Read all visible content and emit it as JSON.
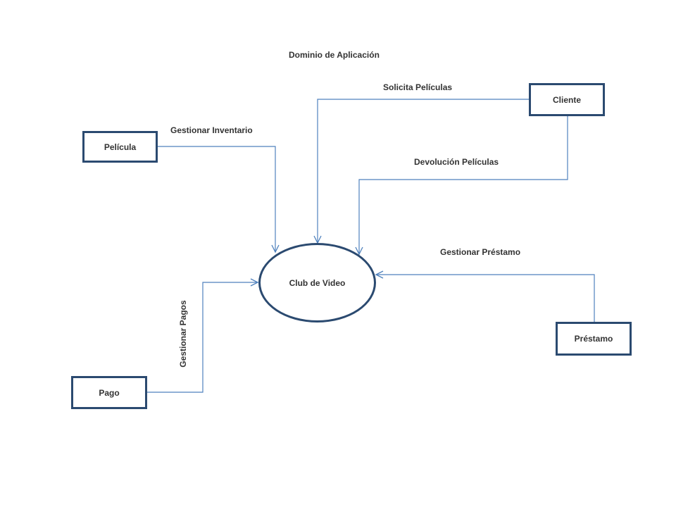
{
  "title": "Dominio de Aplicación",
  "colors": {
    "edge": "#4f81bd",
    "node_border": "#2b4a70",
    "text": "#333333"
  },
  "nodes": {
    "pelicula": "Película",
    "cliente": "Cliente",
    "club": "Club de Video",
    "prestamo": "Préstamo",
    "pago": "Pago"
  },
  "edges": {
    "gestionar_inventario": "Gestionar  Inventario",
    "solicita_peliculas": "Solicita Películas",
    "devolucion_peliculas": "Devolución Películas",
    "gestionar_prestamo": "Gestionar  Préstamo",
    "gestionar_pagos": "Gestionar  Pagos"
  }
}
